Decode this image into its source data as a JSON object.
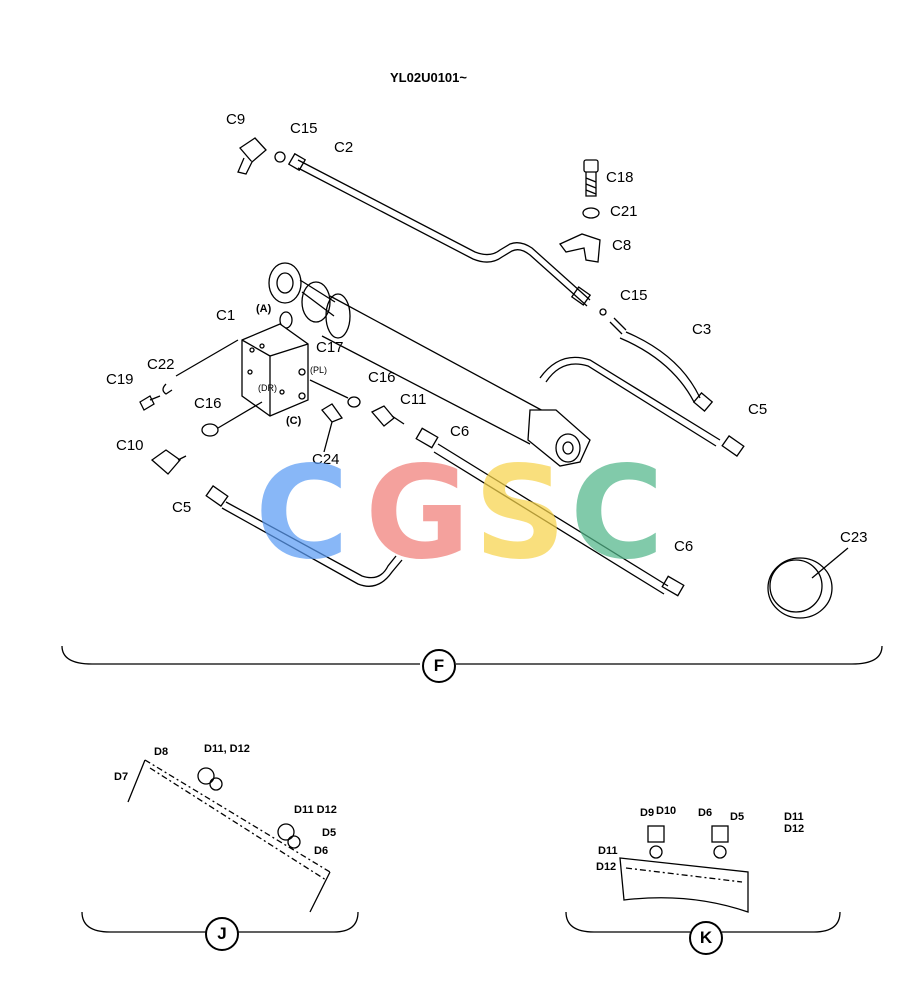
{
  "header": {
    "serial": "YL02U0101~"
  },
  "watermark": {
    "letters": [
      {
        "char": "C",
        "color": "#5b9cf4"
      },
      {
        "char": "G",
        "color": "#f07e78"
      },
      {
        "char": "S",
        "color": "#f7d44c"
      },
      {
        "char": "C",
        "color": "#52b68a"
      }
    ]
  },
  "views": {
    "F": {
      "label": "F"
    },
    "J": {
      "label": "J"
    },
    "K": {
      "label": "K"
    }
  },
  "parts_f": {
    "c9": "C9",
    "c15_top": "C15",
    "c2": "C2",
    "c18": "C18",
    "c21": "C21",
    "c8": "C8",
    "c15_mid": "C15",
    "c3": "C3",
    "c17": "C17",
    "c1": "C1",
    "port_a": "(A)",
    "c22": "C22",
    "c19": "C19",
    "port_pl": "(PL)",
    "port_dr": "(DR)",
    "port_c": "(C)",
    "c16_right": "C16",
    "c16_left": "C16",
    "c11": "C11",
    "c6_top": "C6",
    "c5_right": "C5",
    "c10": "C10",
    "c24": "C24",
    "c5_left": "C5",
    "c6_bottom": "C6",
    "c23": "C23"
  },
  "parts_j": {
    "d8": "D8",
    "d11_top": "D11, D12",
    "d7": "D7",
    "d11_mid": "D11  D12",
    "d5": "D5",
    "d6": "D6"
  },
  "parts_k": {
    "d9": "D9",
    "d10": "D10",
    "d6": "D6",
    "d5": "D5",
    "d11_right": "D11",
    "d12_right": "D12",
    "d11_left": "D11",
    "d12_left": "D12"
  }
}
